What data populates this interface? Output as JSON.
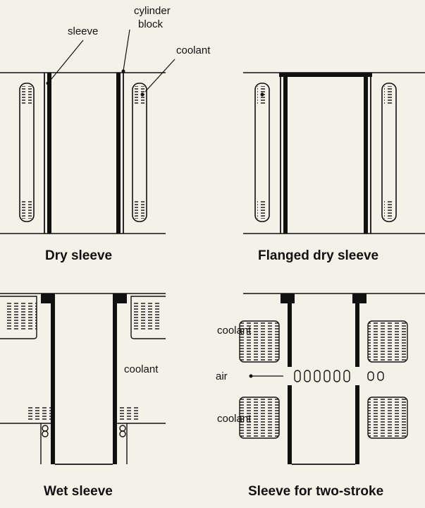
{
  "panels": {
    "dry": {
      "caption": "Dry sleeve",
      "label_sleeve": "sleeve",
      "label_block_line1": "cylinder",
      "label_block_line2": "block",
      "label_coolant": "coolant"
    },
    "flanged": {
      "caption": "Flanged dry sleeve"
    },
    "wet": {
      "caption": "Wet sleeve",
      "label_coolant": "coolant"
    },
    "two_stroke": {
      "caption": "Sleeve for two-stroke",
      "label_coolant_top": "coolant",
      "label_air": "air",
      "label_coolant_bottom": "coolant"
    }
  },
  "colors": {
    "ink": "#111111",
    "paper": "#f4f1e9"
  }
}
